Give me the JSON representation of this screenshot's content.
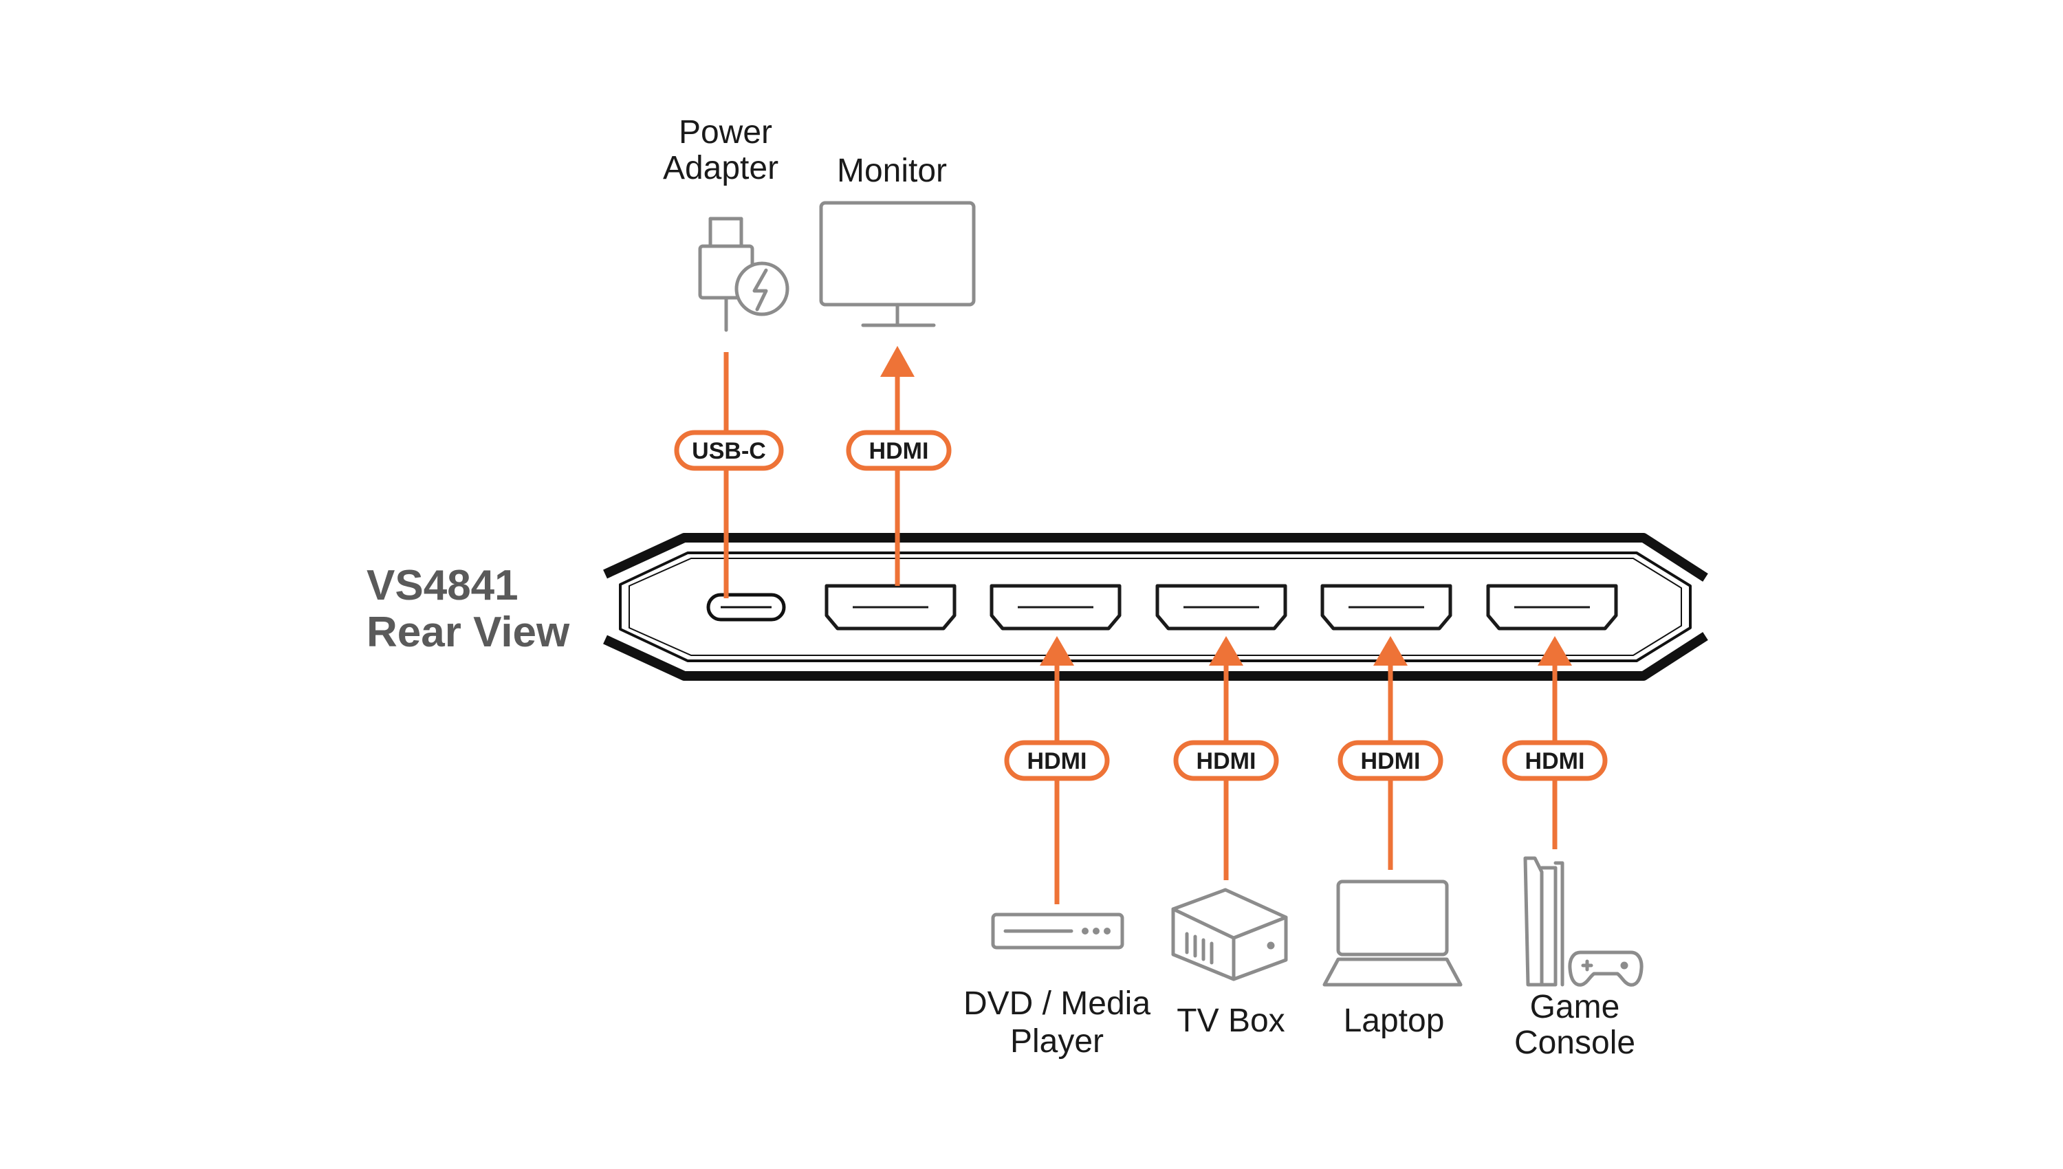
{
  "title": {
    "line1": "VS4841",
    "line2": "Rear View"
  },
  "devices": {
    "power_adapter": {
      "line1": "Power",
      "line2": "Adapter"
    },
    "monitor": "Monitor",
    "dvd_player": {
      "line1": "DVD / Media",
      "line2": "Player"
    },
    "tv_box": "TV Box",
    "laptop": "Laptop",
    "game_console": {
      "line1": "Game",
      "line2": "Console"
    }
  },
  "cables": {
    "power": "USB-C",
    "monitor": "HDMI",
    "dvd": "HDMI",
    "tvbox": "HDMI",
    "laptop": "HDMI",
    "console": "HDMI"
  },
  "colors": {
    "accent": "#ee7337",
    "icon": "#8c8c8c",
    "outline": "#1a1a1a",
    "title": "#5a5a5a"
  }
}
